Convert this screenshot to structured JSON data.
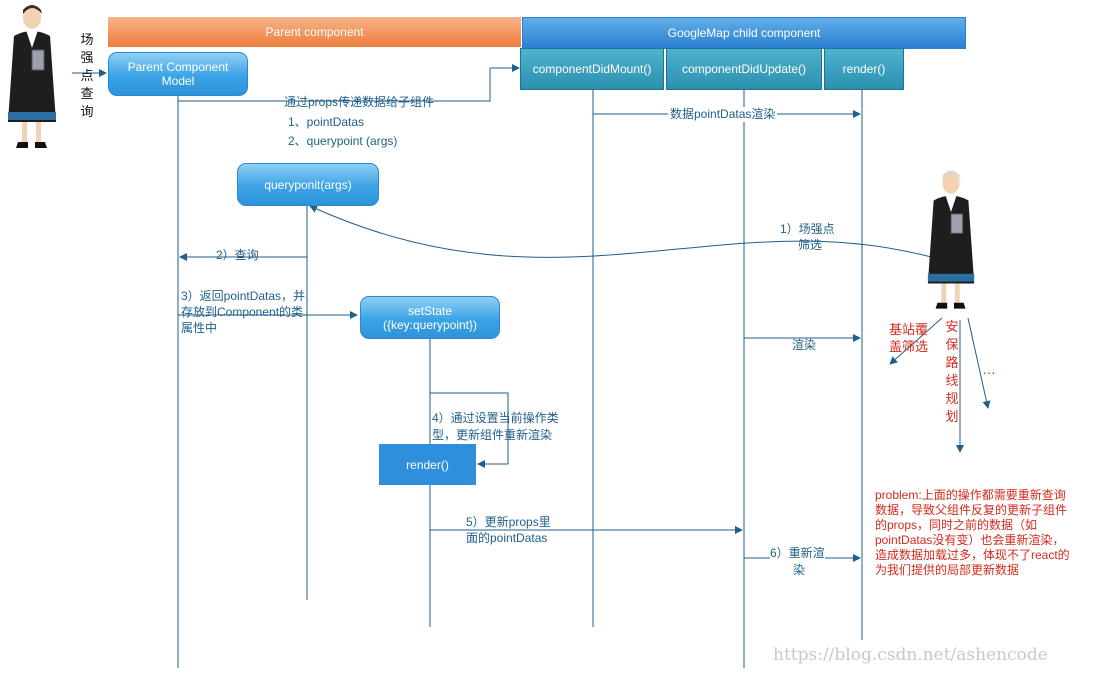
{
  "headers": {
    "parent": "Parent component",
    "child": "GoogleMap child component"
  },
  "lifecycle": {
    "did_mount": "componentDidMount()",
    "did_update": "componentDidUpdate()",
    "render": "render()"
  },
  "parent_model": "Parent Component Model",
  "actor_left_label": "场强点查询",
  "props_pass": {
    "line1": "通过props传递数据给子组件",
    "line2": "1、pointDatas",
    "line3": "2、querypoint (args)"
  },
  "render_data": "数据pointDatas渲染",
  "query_node": "queryponit(args)",
  "step1": {
    "line1": "1）场强点",
    "line2": "筛选"
  },
  "step2": "2）查询",
  "step3": {
    "line1": "3）返回pointDatas，并",
    "line2": "存放到Component的类",
    "line3": "属性中"
  },
  "setstate": {
    "line1": "setState",
    "line2": "({key:querypoint})"
  },
  "render_small": "渲染",
  "step4": {
    "line1": "4）通过设置当前操作类",
    "line2": "型，更新组件重新渲染"
  },
  "render_box": "render()",
  "step5": {
    "line1": "5）更新props里",
    "line2": "面的pointDatas"
  },
  "step6": {
    "line1": "6）重新渲",
    "line2": "染"
  },
  "branch_base": {
    "line1": "基站覆",
    "line2": "盖筛选"
  },
  "branch_route": "安保路线规划",
  "ellipsis": "…",
  "problem": {
    "line1": "problem:上面的操作都需要重新查询",
    "line2": "数据，导致父组件反复的更新子组件",
    "line3": "的props，同时之前的数据（如",
    "line4": "pointDatas没有变）也会重新渲染，",
    "line5": "造成数据加载过多，体现不了react的",
    "line6": "为我们提供的局部更新数据"
  },
  "watermark": "https://blog.csdn.net/ashencode",
  "colors": {
    "orange": "#ee7d3c",
    "blue": "#2b7fd0",
    "teal": "#2b8fae",
    "line": "#1f5f8b",
    "problem": "#d42a1e"
  }
}
